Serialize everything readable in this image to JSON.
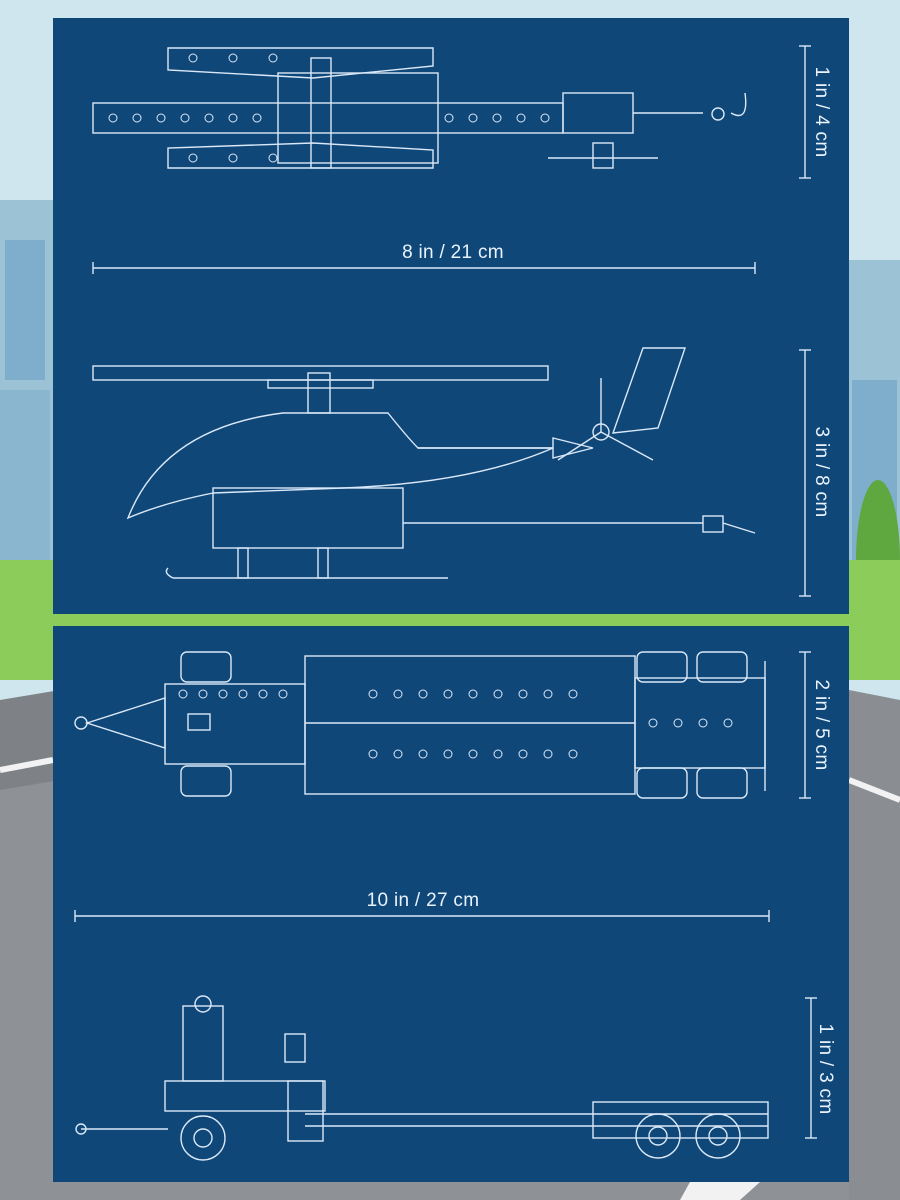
{
  "colors": {
    "panel": "#0f4779",
    "line": "#dbe8f7",
    "sky": "#cfe6ee",
    "road": "#8e9297",
    "grass": "#7bbf4a"
  },
  "helicopter": {
    "top_view_height": "1 in / 4 cm",
    "length": "8 in / 21 cm",
    "side_view_height": "3 in / 8 cm"
  },
  "trailer": {
    "width": "2 in / 5 cm",
    "length": "10 in / 27 cm",
    "height": "1 in / 3 cm"
  }
}
